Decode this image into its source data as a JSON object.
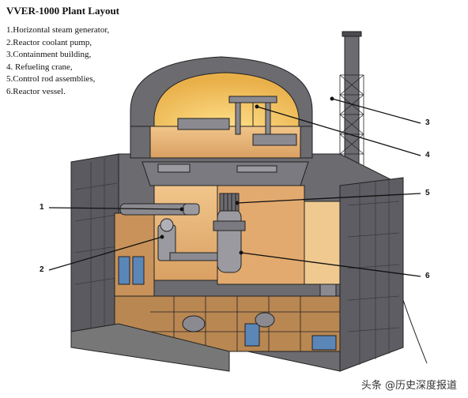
{
  "title": "VVER-1000 Plant Layout",
  "legend": [
    "1.Horizontal steam generator,",
    "2.Reactor coolant pump,",
    "3.Containment building,",
    "4. Refueling crane,",
    "5.Control rod assemblies,",
    "6.Reactor vessel."
  ],
  "callouts": [
    "1",
    "2",
    "3",
    "4",
    "5",
    "6"
  ],
  "watermark": "头条 @历史深度报道",
  "colors": {
    "wall": "#6b6b70",
    "wall_dark": "#4a4a4f",
    "interior_warm": "#e8b67a",
    "dome_glow": "#f3c65a",
    "blue_equipment": "#5b86b8",
    "outline": "#222222"
  }
}
